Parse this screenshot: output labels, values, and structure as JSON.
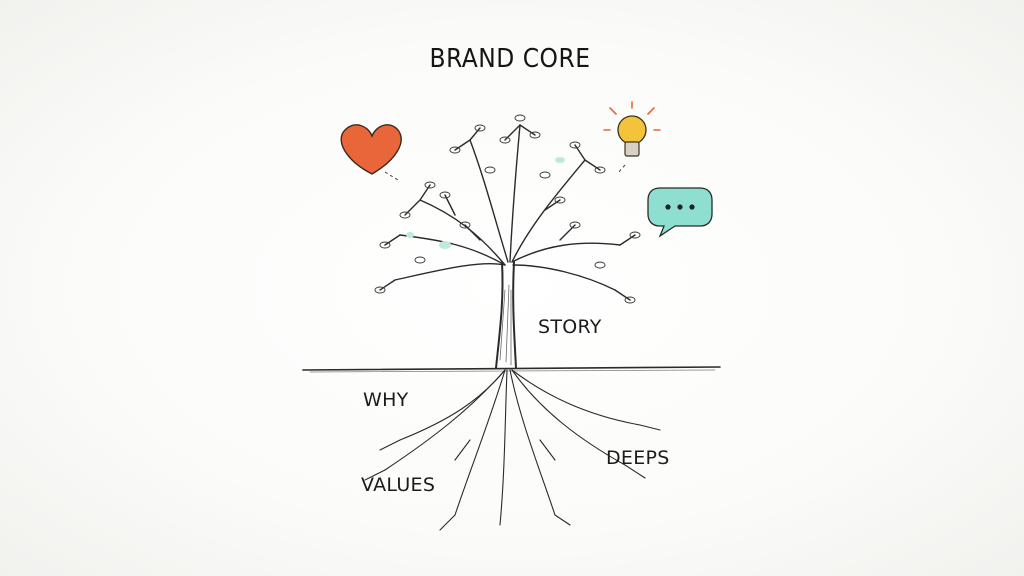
{
  "diagram": {
    "title": "BRAND CORE",
    "labels": {
      "story": "STORY",
      "why": "WHY",
      "values": "VALUES",
      "deeps": "DEEPS"
    },
    "icons": [
      "heart-icon",
      "lightbulb-icon",
      "speech-bubble-icon"
    ],
    "colors": {
      "heart": "#e8663a",
      "bulb": "#f3c43a",
      "bubble": "#8fdfd0",
      "ink": "#2a2a2a"
    }
  }
}
